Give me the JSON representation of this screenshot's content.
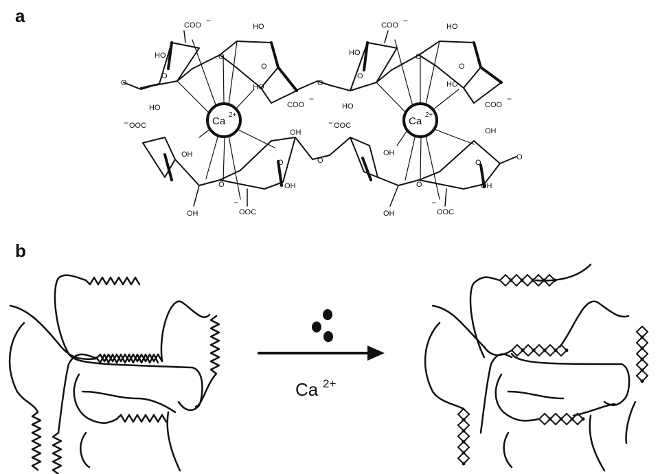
{
  "panel_a": {
    "label": "a",
    "ion_label": "Ca",
    "ion_charge": "2+",
    "groups": {
      "coo": "COO",
      "ooc": "OOC",
      "ho": "HO",
      "oh": "OH",
      "o": "O",
      "minus": "−"
    }
  },
  "panel_b": {
    "label": "b",
    "arrow_label": "Ca",
    "arrow_charge": "2+"
  }
}
